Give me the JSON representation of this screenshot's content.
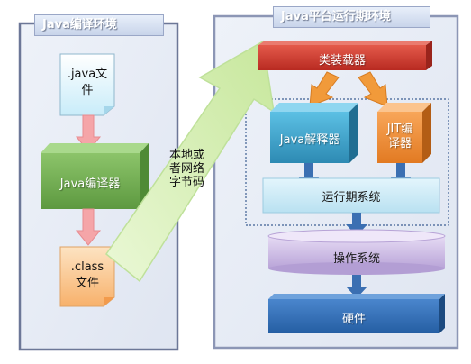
{
  "left_panel": {
    "title": "Java编译环境",
    "java_file": {
      "line1": ".java文",
      "line2": "件"
    },
    "compiler": "Java编译器",
    "class_file": {
      "line1": ".class",
      "line2": "文件"
    }
  },
  "transfer_label": {
    "line1": "本地或",
    "line2": "者网络",
    "line3": "字节码"
  },
  "right_panel": {
    "title": "Java平台运行期环境",
    "class_loader": "类装载器",
    "interpreter": "Java解释器",
    "jit": {
      "line1": "JIT编",
      "line2": "译器"
    },
    "runtime": "运行期系统",
    "os": "操作系统",
    "hardware": "硬件"
  },
  "colors": {
    "panel_border": "#707a9c",
    "green_box": "#6fab4e",
    "teal_box": "#3aa0c8",
    "orange_box": "#f08a30",
    "red_bar": "#d43b2f",
    "blue_bar": "#2f6fb5",
    "lavender_box": "#c9b8e2",
    "pink_arrow": "#f5a5a8",
    "light_blue_arrow": "#bfe3f2",
    "big_arrow": "#d8f0b6",
    "orange_arrow": "#f19a3a",
    "blue_arrow": "#3b6fb2"
  }
}
